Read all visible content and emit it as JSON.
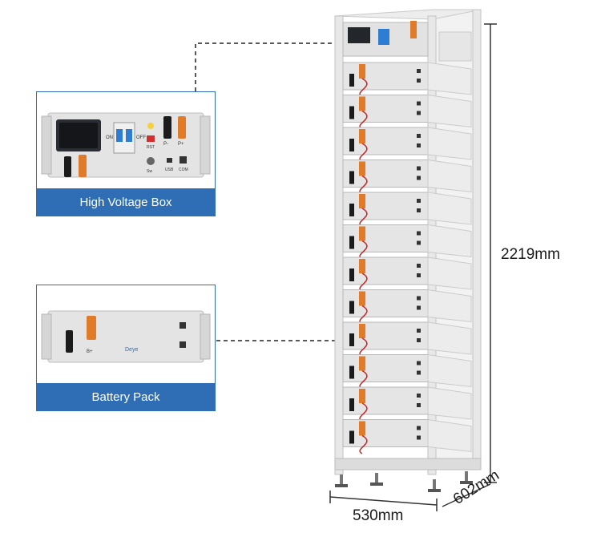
{
  "hv_box": {
    "title": "High Voltage Box",
    "switch_on": "ON",
    "switch_off": "OFF",
    "rst": "RST",
    "p_minus": "P-",
    "p_plus": "P+",
    "usb": "USB",
    "com": "COM",
    "sw": "Sw"
  },
  "battery_pack": {
    "title": "Battery Pack",
    "b_plus": "B+",
    "brand": "Deye"
  },
  "dimensions": {
    "height": "2219mm",
    "width": "530mm",
    "depth": "602mm"
  },
  "colors": {
    "accent": "#2f6db5",
    "connector_orange": "#e07b2a"
  }
}
